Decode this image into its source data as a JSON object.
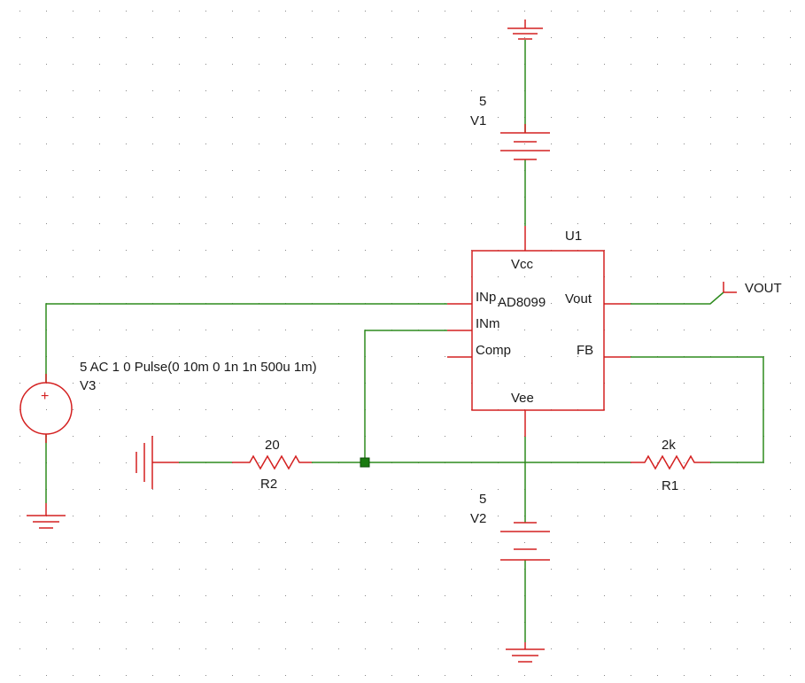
{
  "schematic": {
    "power_supplies": {
      "v1": {
        "value": "5",
        "name": "V1"
      },
      "v2": {
        "value": "5",
        "name": "V2"
      },
      "v3": {
        "value": "5 AC 1 0 Pulse(0 10m 0 1n 1n 500u 1m)",
        "name": "V3",
        "polarity_mark": "+"
      }
    },
    "opamp": {
      "ref": "U1",
      "part": "AD8099",
      "pins": {
        "vcc": "Vcc",
        "inp": "INp",
        "inm": "INm",
        "comp": "Comp",
        "vout": "Vout",
        "fb": "FB",
        "vee": "Vee"
      }
    },
    "resistors": {
      "r1": {
        "value": "2k",
        "name": "R1"
      },
      "r2": {
        "value": "20",
        "name": "R2"
      }
    },
    "output_label": "VOUT",
    "colors": {
      "wire": "#2e8b1e",
      "component": "#d42020",
      "grid_dot": "#888888",
      "junction": "#1a7a10"
    }
  }
}
